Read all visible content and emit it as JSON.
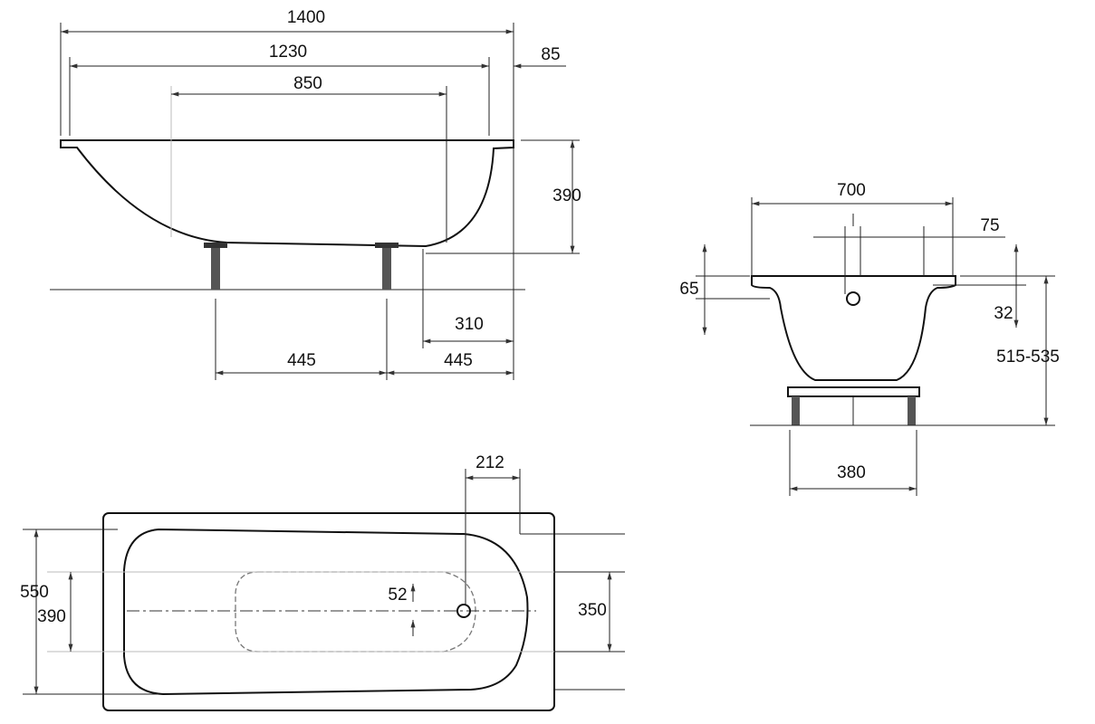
{
  "side_view": {
    "overall_length": "1400",
    "inner_length": "1230",
    "rim_offset": "85",
    "bottom_length": "850",
    "depth": "390",
    "drain_offset": "310",
    "leg_spacing": "445",
    "leg_to_end": "445"
  },
  "end_view": {
    "width": "700",
    "overflow_offset": "75",
    "rim_height": "65",
    "rim_thickness": "32",
    "total_height": "515-535",
    "frame_width": "380"
  },
  "plan_view": {
    "outer_width": "550",
    "bottom_width": "390",
    "end_width": "350",
    "drain_to_end": "212",
    "drain_offset": "52"
  }
}
